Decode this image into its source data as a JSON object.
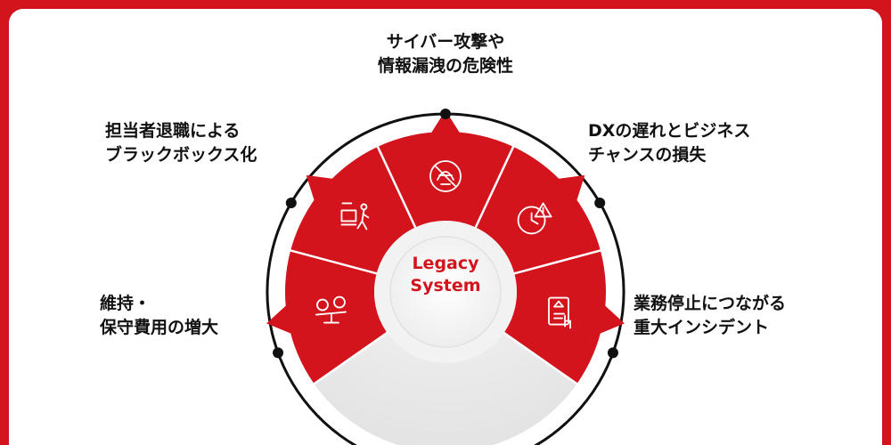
{
  "center": {
    "line1": "Legacy",
    "line2": "System"
  },
  "segments": [
    {
      "id": "cyber",
      "icon": "hacker-icon",
      "lines": [
        "サイバー攻撃や",
        "情報漏洩の危険性"
      ]
    },
    {
      "id": "dx",
      "icon": "clock-alert-icon",
      "lines": [
        "DXの遅れとビジネス",
        "チャンスの損失"
      ]
    },
    {
      "id": "incident",
      "icon": "document-alert-icon",
      "lines": [
        "業務停止につながる",
        "重大インシデント"
      ]
    },
    {
      "id": "cost",
      "icon": "money-scale-icon",
      "lines": [
        "維持・",
        "保守費用の増大"
      ]
    },
    {
      "id": "blackbox",
      "icon": "person-leaving-icon",
      "lines": [
        "担当者退職による",
        "ブラックボックス化"
      ]
    }
  ],
  "colors": {
    "accent": "#d3141c",
    "ring": "#111111",
    "light": "#eeeeee",
    "white": "#ffffff"
  }
}
